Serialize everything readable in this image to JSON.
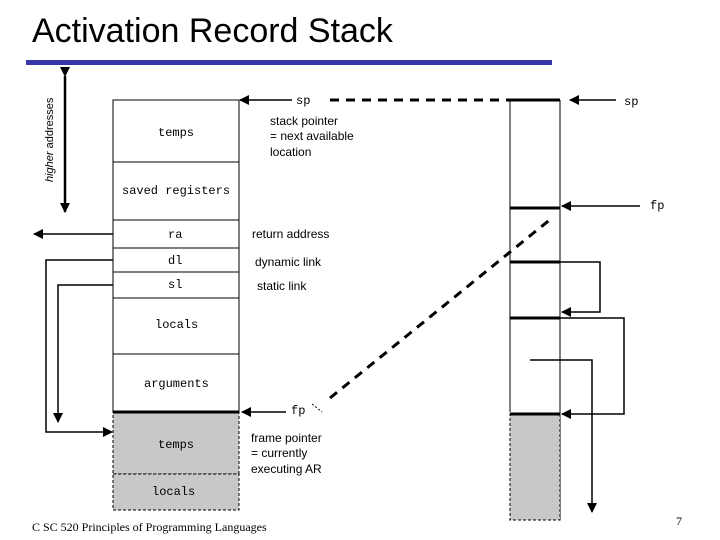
{
  "title": "Activation Record Stack",
  "axis_label": {
    "italic": "higher",
    "rest": " addresses"
  },
  "frame": {
    "temps": "temps",
    "saved_registers": "saved registers",
    "ra": "ra",
    "dl": "dl",
    "sl": "sl",
    "locals": "locals",
    "arguments": "arguments"
  },
  "next_frame": {
    "temps": "temps",
    "locals": "locals"
  },
  "pointers": {
    "sp": "sp",
    "sp_right": "sp",
    "fp_right": "fp",
    "fp": "fp"
  },
  "annotations": {
    "sp_line1": "stack pointer",
    "sp_line2": "= next available",
    "sp_line3": "location",
    "ra": "return address",
    "dl": "dynamic link",
    "sl": "static link",
    "fp_line1": "frame pointer",
    "fp_line2": "= currently",
    "fp_line3": "executing AR"
  },
  "footer": "C SC 520 Principles of Programming Languages",
  "page_number": "7",
  "colors": {
    "rule": "#3636a8",
    "shaded": "#c8c8c8"
  }
}
